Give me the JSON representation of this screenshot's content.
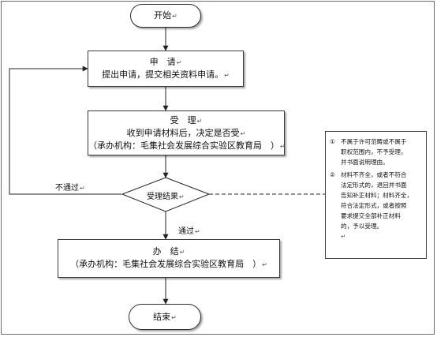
{
  "start": {
    "label": "开始"
  },
  "apply": {
    "title": "申　请",
    "detail": "提出申请，提交相关资料申请。"
  },
  "accept": {
    "title": "受　理",
    "detail": "收到申请材料后，决定是否受",
    "agency": "（承办机构：毛集社会发展综合实验区教育局　）"
  },
  "decision": {
    "label": "受理结果"
  },
  "reject_label": "不通过",
  "pass_label": "通过",
  "process": {
    "title": "办　结",
    "agency": "（承办机构：毛集社会发展综合实验区教育局　）"
  },
  "end": {
    "label": "结束"
  },
  "return_mark": "↵",
  "notes": {
    "items": [
      {
        "num": "①",
        "lines": [
          "不属于许可范畴或不属于",
          "职权范围内，不予受理，",
          "并书面说明理由。"
        ]
      },
      {
        "num": "②",
        "lines": [
          "材料不齐全，或者不符合",
          "法定形式的，退回并书面",
          "告知补正材料；材料齐全，",
          "符合法定形式，或者按照",
          "要求提交全部补正材料",
          "的，予以受理。"
        ]
      }
    ]
  },
  "colors": {
    "stroke": "#3a3a3a",
    "shadow": "#9a9a9a",
    "background": "#ffffff"
  }
}
